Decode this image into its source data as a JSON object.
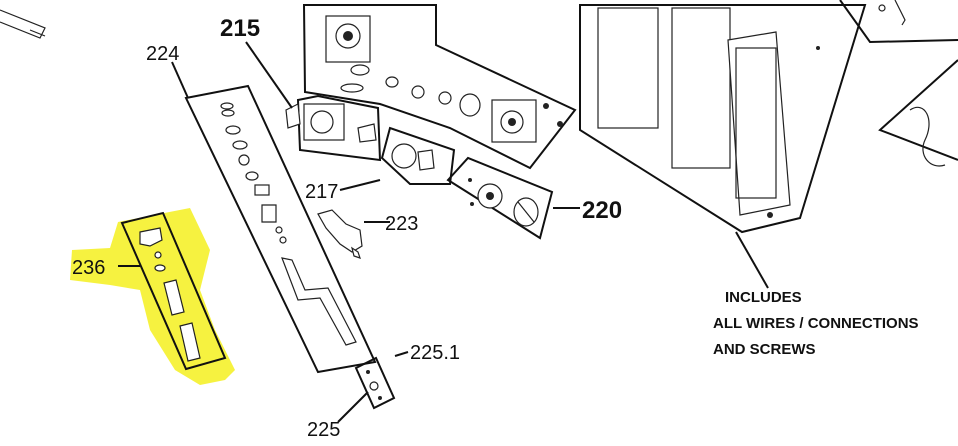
{
  "callouts": {
    "c215": "215",
    "c224": "224",
    "c217": "217",
    "c223": "223",
    "c220": "220",
    "c236": "236",
    "c225_1": "225.1",
    "c225": "225"
  },
  "note": {
    "line1": "INCLUDES",
    "line2": "ALL WIRES / CONNECTIONS",
    "line3": "AND SCREWS"
  },
  "colors": {
    "highlight": "#f5f01e",
    "ink": "#111111",
    "paper": "#ffffff"
  }
}
